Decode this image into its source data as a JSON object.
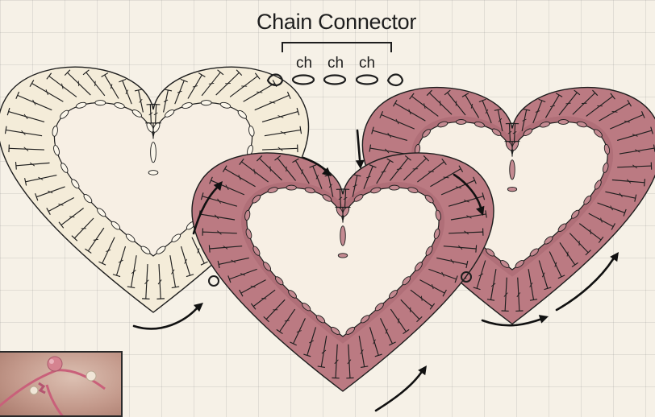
{
  "diagram": {
    "title": "Chain Connector",
    "chain_labels": [
      "ch",
      "ch",
      "ch"
    ]
  },
  "colors": {
    "background": "#f6f1e7",
    "cream_heart_fill": "#f4ecd9",
    "pink_heart_fill": "#bb7a82",
    "pink_heart_dark": "#9f5c66",
    "inner_hole": "#f7efe4",
    "stitch": "#1e1e1e",
    "arrow": "#111111"
  },
  "hearts": [
    {
      "id": "left",
      "fill": "cream"
    },
    {
      "id": "center",
      "fill": "pink"
    },
    {
      "id": "right",
      "fill": "pink"
    }
  ],
  "photo_inset": {
    "icon": "bracelet-photo"
  }
}
